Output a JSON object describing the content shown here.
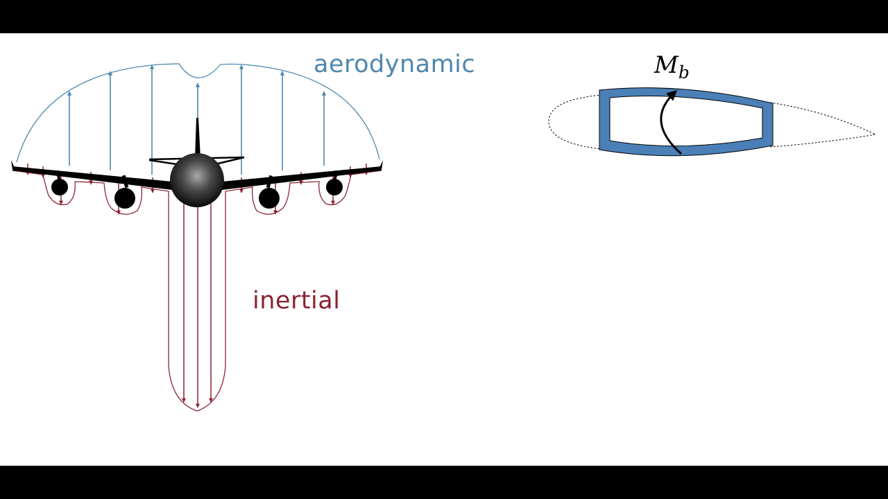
{
  "load_labels": {
    "aerodynamic": "aerodynamic",
    "inertial": "inertial"
  },
  "moment_label": {
    "symbol": "M",
    "subscript": "b"
  },
  "colors": {
    "aerodynamic": "#4f87ad",
    "inertial": "#8c2231",
    "wing_box": "#4a80b7",
    "aircraft": "#000000",
    "background": "#ffffff",
    "letterbox": "#000000"
  },
  "icons": {
    "aircraft": "airplane-front-view-icon",
    "moment_arrow": "curved-arrow-icon"
  }
}
